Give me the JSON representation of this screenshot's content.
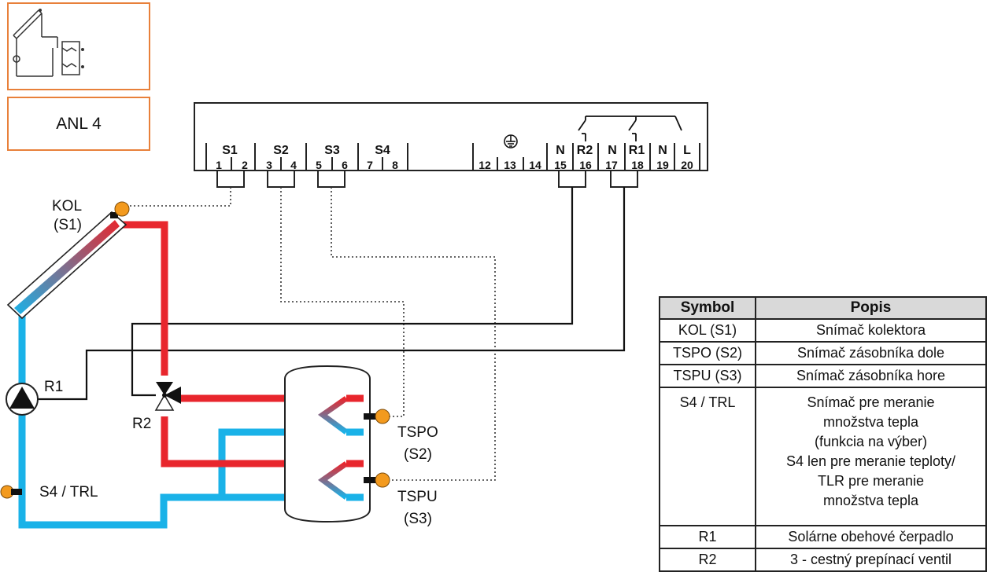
{
  "thumbnail": {
    "label": "ANL 4"
  },
  "controller": {
    "sensor_groups": [
      "S1",
      "S2",
      "S3",
      "S4"
    ],
    "output_groups": [
      "N",
      "R2",
      "N",
      "R1",
      "N",
      "L"
    ],
    "terminals": [
      "1",
      "2",
      "3",
      "4",
      "5",
      "6",
      "7",
      "8",
      "12",
      "13",
      "14",
      "15",
      "16",
      "17",
      "18",
      "19",
      "20"
    ]
  },
  "labels": {
    "kol": "KOL",
    "kol_sub": "(S1)",
    "r1": "R1",
    "r2": "R2",
    "s4": "S4 / TRL",
    "tspo": "TSPO",
    "tspo_sub": "(S2)",
    "tspu": "TSPU",
    "tspu_sub": "(S3)"
  },
  "legend": {
    "header_symbol": "Symbol",
    "header_desc": "Popis",
    "rows": [
      {
        "symbol": "KOL (S1)",
        "desc": [
          "Snímač kolektora"
        ]
      },
      {
        "symbol": "TSPO (S2)",
        "desc": [
          "Snímač zásobníka dole"
        ]
      },
      {
        "symbol": "TSPU (S3)",
        "desc": [
          "Snímač zásobníka hore"
        ]
      },
      {
        "symbol": "S4 / TRL",
        "desc": [
          "Snímač pre meranie",
          "množstva tepla",
          "(funkcia na výber)",
          "S4 len pre meranie teploty/",
          "TLR pre meranie",
          "množstva tepla"
        ]
      },
      {
        "symbol": "R1",
        "desc": [
          "Solárne obehové čerpadlo"
        ]
      },
      {
        "symbol": "R2",
        "desc": [
          "3 - cestný prepínací ventil"
        ]
      }
    ]
  },
  "colors": {
    "hot": "#e8262d",
    "cold": "#1ab2e8",
    "sensor": "#f39a1e",
    "frame": "#e8803a"
  }
}
